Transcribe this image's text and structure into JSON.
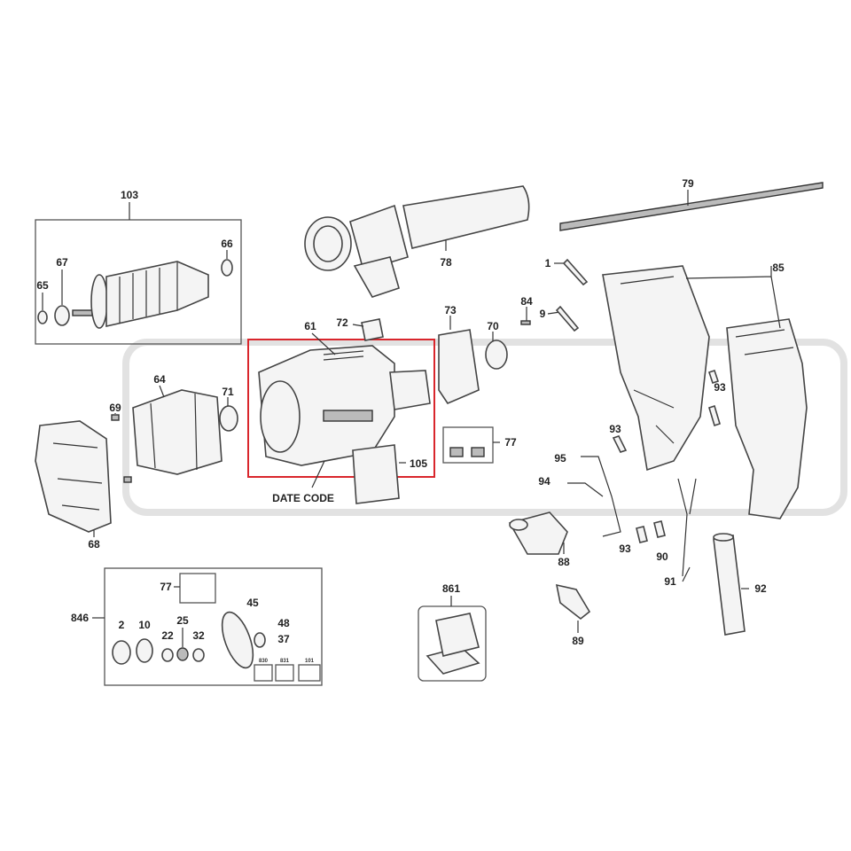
{
  "diagram": {
    "highlight_color": "#d9262c",
    "date_code_label": "DATE CODE",
    "callouts": {
      "c103": "103",
      "c67": "67",
      "c66": "66",
      "c65": "65",
      "c78": "78",
      "c79": "79",
      "c1": "1",
      "c85": "85",
      "c84": "84",
      "c9": "9",
      "c72": "72",
      "c73": "73",
      "c70": "70",
      "c61": "61",
      "c64": "64",
      "c71": "71",
      "c69": "69",
      "c77a": "77",
      "c105": "105",
      "c93a": "93",
      "c93b": "93",
      "c95": "95",
      "c94": "94",
      "c68": "68",
      "c88": "88",
      "c93c": "93",
      "c90": "90",
      "c91": "91",
      "c92": "92",
      "c861": "861",
      "c89": "89",
      "c846": "846",
      "c77b": "77",
      "c45": "45",
      "c48": "48",
      "c37": "37",
      "c2": "2",
      "c10": "10",
      "c22": "22",
      "c25": "25",
      "c32": "32",
      "c830": "830",
      "c831": "831",
      "c101": "101"
    }
  }
}
